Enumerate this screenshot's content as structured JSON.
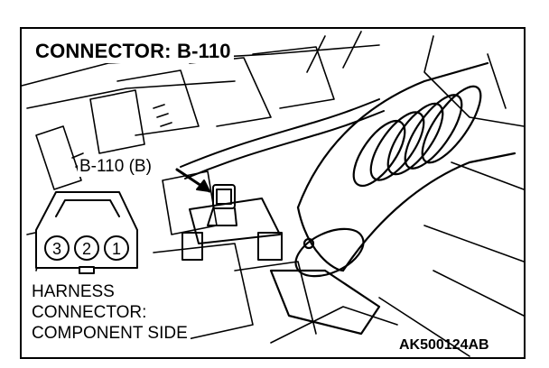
{
  "title": "CONNECTOR: B-110",
  "callout": "B-110 (B)",
  "harness_lines": [
    "HARNESS",
    "CONNECTOR:",
    "COMPONENT SIDE"
  ],
  "pins": [
    "3",
    "2",
    "1"
  ],
  "figure_code": "AK500124AB",
  "icons": [
    "connector-face-icon",
    "pointer-arrow-icon"
  ]
}
